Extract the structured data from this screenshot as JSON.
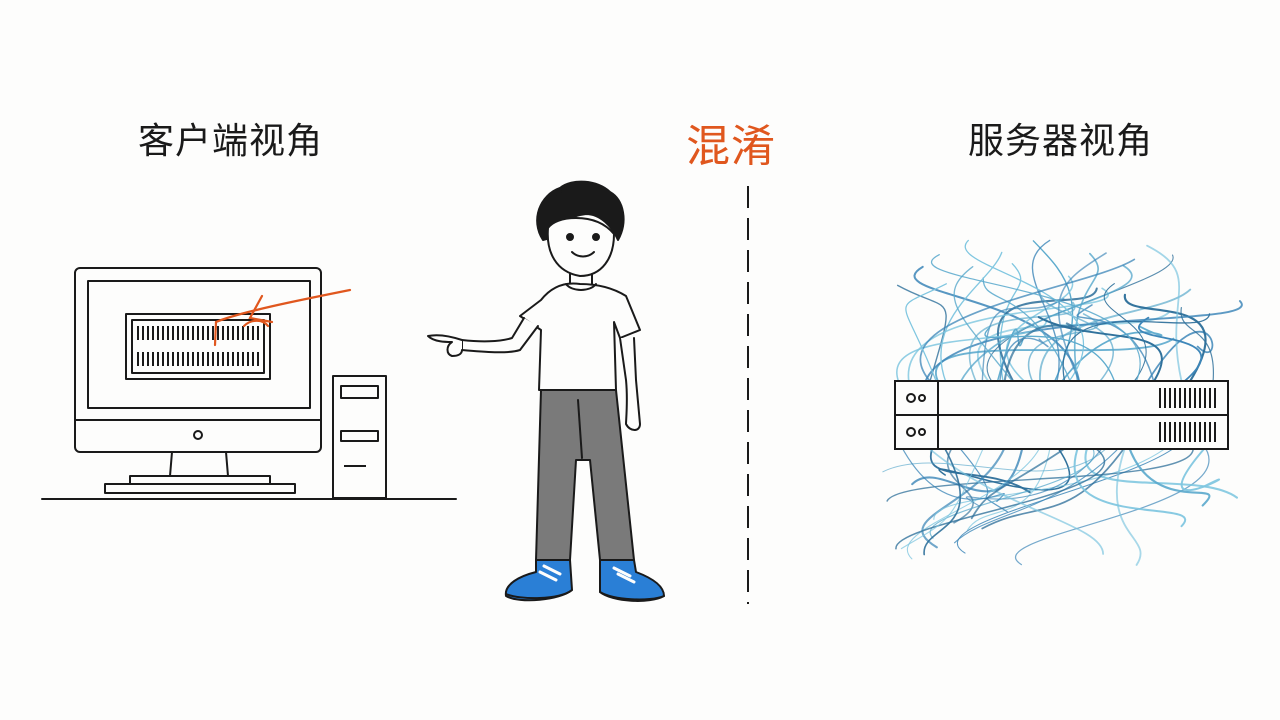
{
  "labels": {
    "client_view": "客户端视角",
    "confusion": "混淆",
    "server_view": "服务器视角"
  },
  "colors": {
    "background": "#fdfdfc",
    "ink": "#1a1a1a",
    "accent_orange": "#e0571e",
    "pants_gray": "#7a7a7a",
    "shoe_blue": "#2a7fd6",
    "wire_blue": "#3c86b8",
    "wire_light": "#7cc5df"
  },
  "icons": {
    "client": "desktop-computer-icon",
    "person": "pointing-person-icon",
    "server": "rack-server-icon"
  }
}
